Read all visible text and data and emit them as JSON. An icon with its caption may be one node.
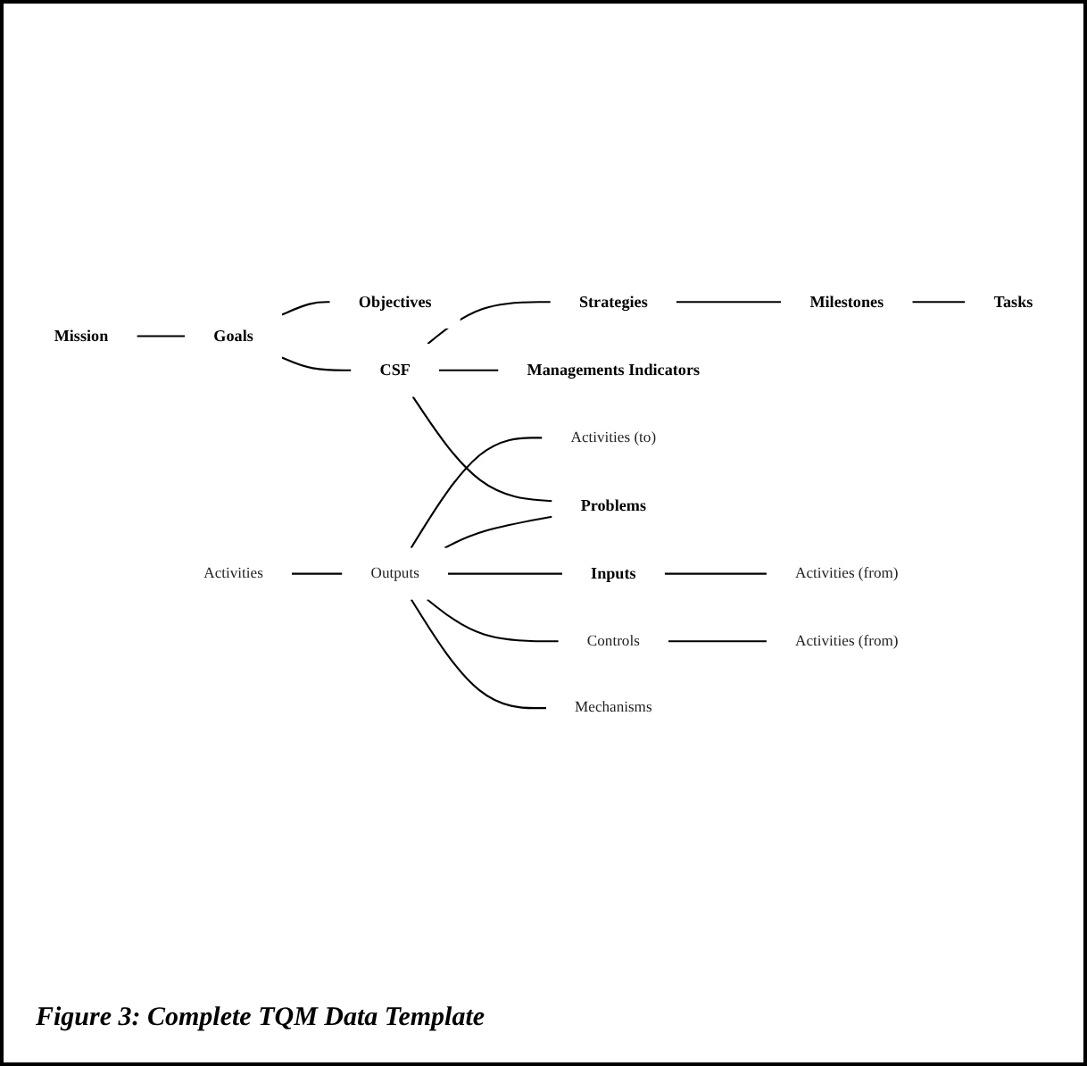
{
  "diagram": {
    "caption": "Figure 3: Complete TQM Data Template",
    "nodes": [
      {
        "text": [
          "Mission"
        ]
      },
      {
        "text": [
          "Goals"
        ]
      },
      {
        "text": [
          "Objectives"
        ]
      },
      {
        "text": [
          "CSF"
        ]
      },
      {
        "text": [
          "Strategies"
        ]
      },
      {
        "text": [
          "Milestones"
        ]
      },
      {
        "text": [
          "Tasks"
        ]
      },
      {
        "text": [
          "Managements Indicators"
        ]
      },
      {
        "text": [
          "Activities"
        ]
      },
      {
        "text": [
          "Outputs"
        ]
      },
      {
        "text": [
          "Activities (to)"
        ]
      },
      {
        "text": [
          "Problems"
        ]
      },
      {
        "text": [
          "Inputs"
        ]
      },
      {
        "text": [
          "Activities (from)"
        ]
      },
      {
        "text": [
          "Controls"
        ]
      },
      {
        "text": [
          "Activities (from)"
        ]
      },
      {
        "text": [
          "Mechanisms"
        ]
      }
    ],
    "edges": [
      {
        "from": 0,
        "to": 1,
        "arrow": "none"
      },
      {
        "from": 1,
        "to": 2,
        "arrow": "none"
      },
      {
        "from": 1,
        "to": 3,
        "arrow": "none"
      },
      {
        "from": 3,
        "to": 4,
        "arrow": "none"
      },
      {
        "from": 4,
        "to": 5,
        "arrow": "none"
      },
      {
        "from": 5,
        "to": 6,
        "arrow": "none"
      },
      {
        "from": 3,
        "to": 7,
        "arrow": "none"
      },
      {
        "from": 3,
        "to": 11,
        "arrow": "none"
      },
      {
        "from": 8,
        "to": 9,
        "arrow": "none"
      },
      {
        "from": 9,
        "to": 10,
        "arrow": "none"
      },
      {
        "from": 9,
        "to": 11,
        "arrow": "none"
      },
      {
        "from": 9,
        "to": 12,
        "arrow": "none"
      },
      {
        "from": 12,
        "to": 13,
        "arrow": "none"
      },
      {
        "from": 9,
        "to": 14,
        "arrow": "none"
      },
      {
        "from": 14,
        "to": 15,
        "arrow": "none"
      },
      {
        "from": 9,
        "to": 16,
        "arrow": "none"
      }
    ]
  }
}
